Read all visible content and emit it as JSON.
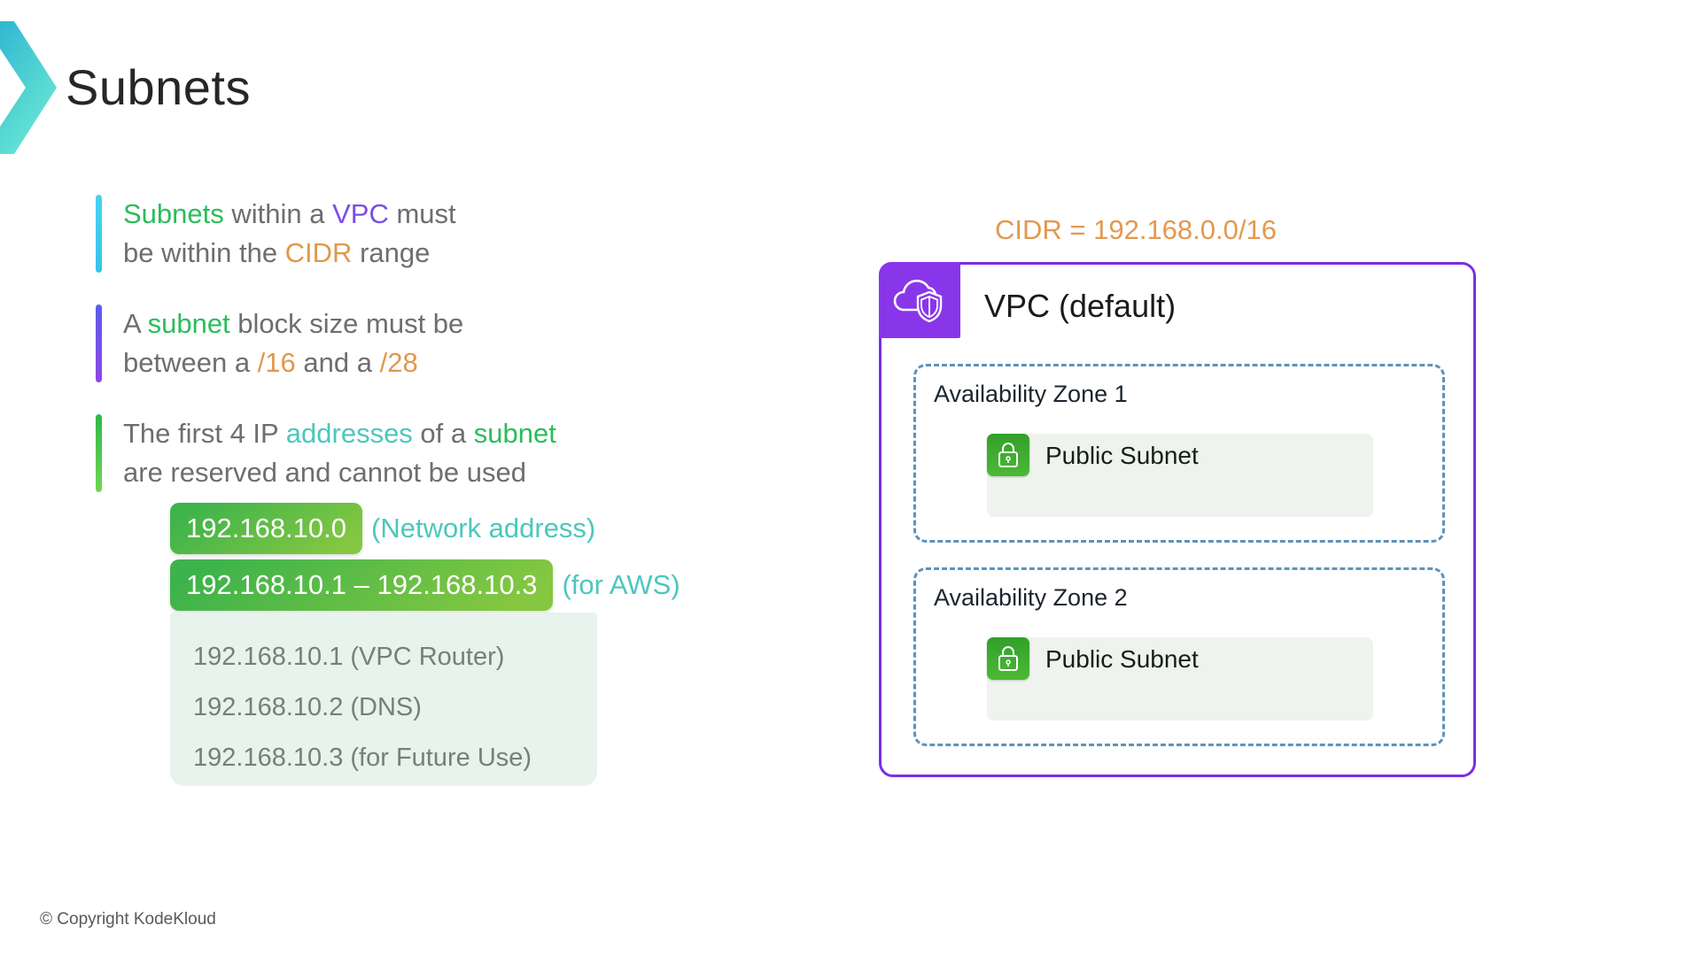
{
  "title": "Subnets",
  "footer": "© Copyright KodeKloud",
  "colors": {
    "accent_green": "#2abd5c",
    "accent_purple": "#7b4ee4",
    "accent_orange": "#e0984d",
    "accent_teal": "#4cc7bd",
    "body_gray": "#6d6e71",
    "chip_green_start": "#3db34b",
    "chip_green_end": "#85c741",
    "vpc_border_purple": "#7c2ee3",
    "vpc_icon_bg_purple": "#8936ea",
    "az_dashed_blue": "#5e92ba",
    "lock_green": "#32a02a",
    "reserved_box_bg": "#e7f3ec",
    "subnet_panel_bg": "#eef3ed"
  },
  "icons": {
    "logo": "kodekloud-chevron-logo",
    "vpc": "cloud-shield-icon",
    "subnet": "lock-icon"
  },
  "bullets": [
    {
      "lines": [
        [
          {
            "t": "Subnets",
            "c": "green"
          },
          {
            "t": " within a ",
            "c": "gray"
          },
          {
            "t": "VPC",
            "c": "purple"
          },
          {
            "t": " must",
            "c": "gray"
          }
        ],
        [
          {
            "t": "be within the ",
            "c": "gray"
          },
          {
            "t": "CIDR",
            "c": "orange"
          },
          {
            "t": " range",
            "c": "gray"
          }
        ]
      ]
    },
    {
      "lines": [
        [
          {
            "t": "A ",
            "c": "gray"
          },
          {
            "t": "subnet",
            "c": "green"
          },
          {
            "t": " block size must be",
            "c": "gray"
          }
        ],
        [
          {
            "t": "between a ",
            "c": "gray"
          },
          {
            "t": "/16",
            "c": "orange"
          },
          {
            "t": " and a ",
            "c": "gray"
          },
          {
            "t": "/28",
            "c": "orange"
          }
        ]
      ]
    },
    {
      "lines": [
        [
          {
            "t": "The first 4 IP ",
            "c": "gray"
          },
          {
            "t": "addresses",
            "c": "teal"
          },
          {
            "t": " of a ",
            "c": "gray"
          },
          {
            "t": "subnet",
            "c": "green"
          }
        ],
        [
          {
            "t": "are reserved and cannot be used",
            "c": "gray"
          }
        ]
      ]
    }
  ],
  "reserved": {
    "chip1": {
      "value": "192.168.10.0",
      "note": "(Network address)",
      "c": "teal"
    },
    "chip2": {
      "value": "192.168.10.1 – 192.168.10.3",
      "note": "(for AWS)",
      "c": "teal"
    },
    "items": [
      "192.168.10.1 (VPC Router)",
      "192.168.10.2 (DNS)",
      "192.168.10.3 (for Future Use)"
    ]
  },
  "diagram": {
    "cidr_label": "CIDR = 192.168.0.0/16",
    "vpc_title": "VPC (default)",
    "zones": [
      {
        "label": "Availability Zone 1",
        "subnet": "Public Subnet"
      },
      {
        "label": "Availability Zone 2",
        "subnet": "Public Subnet"
      }
    ]
  }
}
